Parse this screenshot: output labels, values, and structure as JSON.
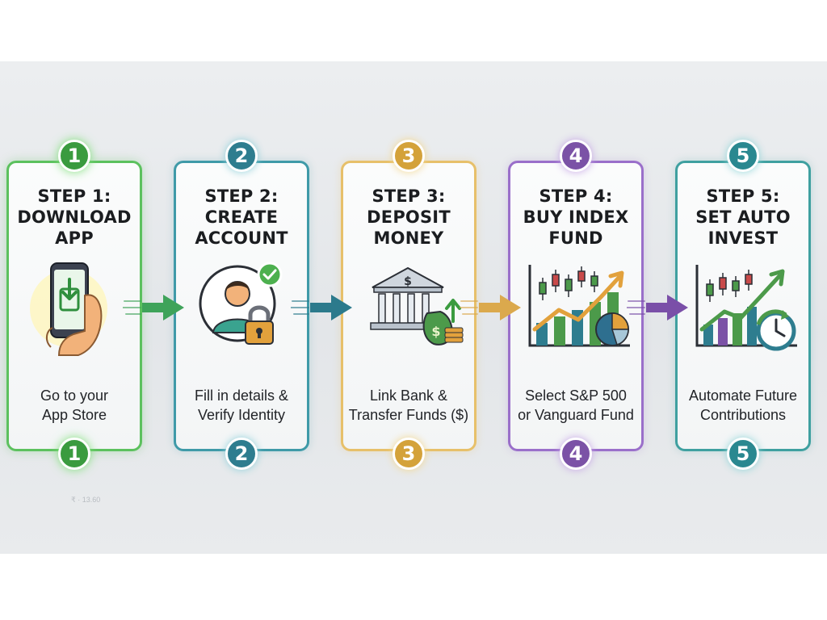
{
  "steps": [
    {
      "number": "1",
      "title": "STEP 1:\nDOWNLOAD\nAPP",
      "description": "Go to your\nApp Store",
      "color": "#3a9b3f",
      "icon": "phone-download-icon"
    },
    {
      "number": "2",
      "title": "STEP 2:\nCREATE\nACCOUNT",
      "description": "Fill in details &\nVerify Identity",
      "color": "#2e7d8f",
      "icon": "user-lock-icon"
    },
    {
      "number": "3",
      "title": "STEP 3:\nDEPOSIT\nMONEY",
      "description": "Link Bank &\nTransfer Funds ($)",
      "color": "#d4a23a",
      "icon": "bank-money-icon"
    },
    {
      "number": "4",
      "title": "STEP 4:\nBUY INDEX\nFUND",
      "description": "Select S&P 500\nor Vanguard Fund",
      "color": "#7b52a6",
      "icon": "chart-growth-icon"
    },
    {
      "number": "5",
      "title": "STEP 5:\nSET AUTO\nINVEST",
      "description": "Automate Future\nContributions",
      "color": "#2a8890",
      "icon": "chart-clock-icon"
    }
  ],
  "arrows": [
    {
      "color": "#3fa35a"
    },
    {
      "color": "#2c7a8c"
    },
    {
      "color": "#dba94d"
    },
    {
      "color": "#7a4fa8"
    }
  ],
  "watermark": "₹ · 13.60"
}
